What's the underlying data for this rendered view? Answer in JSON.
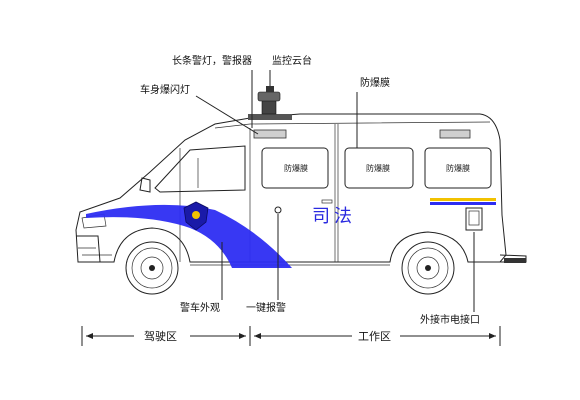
{
  "labels": {
    "light_bar": "长条警灯，警报器",
    "ptz_camera": "监控云台",
    "body_strobe": "车身爆闪灯",
    "explosion_film_top": "防爆膜",
    "window_film": "防爆膜",
    "police_livery": "警车外观",
    "one_key_alarm": "一键报警",
    "external_power_port": "外接市电接口",
    "body_text": "司法"
  },
  "zones": {
    "driving_area": "驾驶区",
    "work_area": "工作区"
  },
  "colors": {
    "livery_blue": "#2d2df2",
    "stripe_yellow": "#f2c200",
    "stripe_blue": "#2d2df2",
    "line": "#222222"
  }
}
